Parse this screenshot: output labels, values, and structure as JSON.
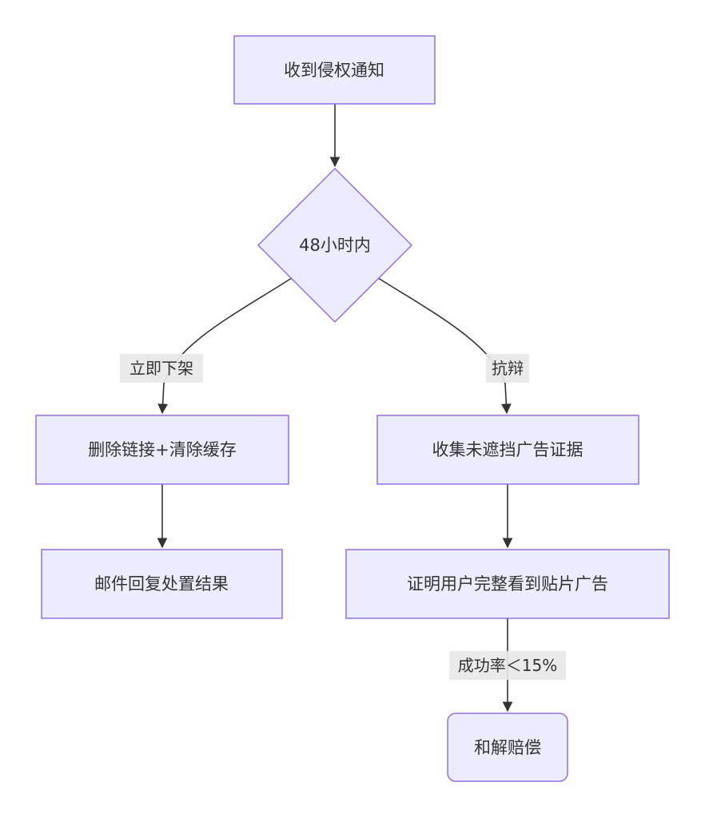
{
  "nodes": {
    "notice": "收到侵权通知",
    "decision": "48小时内",
    "remove": "删除链接+清除缓存",
    "reply": "邮件回复处置结果",
    "collect": "收集未遮挡广告证据",
    "prove": "证明用户完整看到贴片广告",
    "settle": "和解赔偿"
  },
  "edges": {
    "takedown": "立即下架",
    "dispute": "抗辩",
    "success": "成功率＜15%"
  },
  "colors": {
    "node_fill": "#ECECFF",
    "node_stroke": "#9370DB",
    "edge": "#333333",
    "label_bg": "#e8e8e8"
  }
}
